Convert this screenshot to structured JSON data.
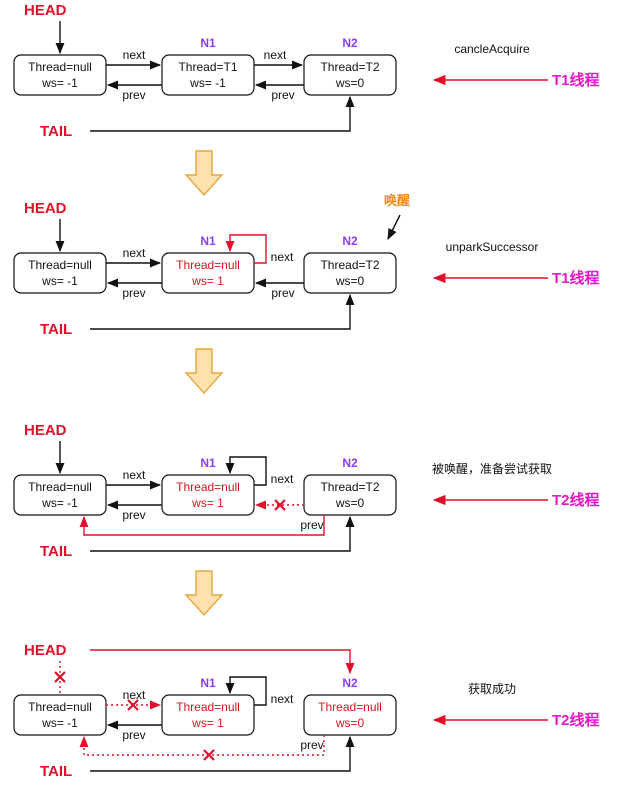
{
  "labels": {
    "head": "HEAD",
    "tail": "TAIL",
    "next": "next",
    "prev": "prev",
    "n1": "N1",
    "n2": "N2",
    "wake": "唤醒"
  },
  "stages": [
    {
      "nodes": [
        {
          "thread": "Thread=null",
          "ws": "ws= -1",
          "highlight": false
        },
        {
          "thread": "Thread=T1",
          "ws": "ws= -1",
          "highlight": false
        },
        {
          "thread": "Thread=T2",
          "ws": "ws=0",
          "highlight": false
        }
      ],
      "desc": "cancleAcquire",
      "thread_label": "T1线程"
    },
    {
      "nodes": [
        {
          "thread": "Thread=null",
          "ws": "ws= -1",
          "highlight": false
        },
        {
          "thread": "Thread=null",
          "ws": "ws= 1",
          "highlight": true
        },
        {
          "thread": "Thread=T2",
          "ws": "ws=0",
          "highlight": false
        }
      ],
      "desc": "unparkSuccessor",
      "thread_label": "T1线程"
    },
    {
      "nodes": [
        {
          "thread": "Thread=null",
          "ws": "ws= -1",
          "highlight": false
        },
        {
          "thread": "Thread=null",
          "ws": "ws= 1",
          "highlight": true
        },
        {
          "thread": "Thread=T2",
          "ws": "ws=0",
          "highlight": false
        }
      ],
      "desc": "被唤醒，准备尝试获取",
      "thread_label": "T2线程"
    },
    {
      "nodes": [
        {
          "thread": "Thread=null",
          "ws": "ws= -1",
          "highlight": false
        },
        {
          "thread": "Thread=null",
          "ws": "ws= 1",
          "highlight": true
        },
        {
          "thread": "Thread=null",
          "ws": "ws=0",
          "highlight": true
        }
      ],
      "desc": "获取成功",
      "thread_label": "T2线程"
    }
  ],
  "colors": {
    "red": "#e0102a",
    "node_red": "#d8141e",
    "purple": "#8a3ff0",
    "magenta": "#e518c9",
    "orange": "#f08a18",
    "arrow_fill": "#fde2b0",
    "arrow_stroke": "#e9a53c"
  }
}
